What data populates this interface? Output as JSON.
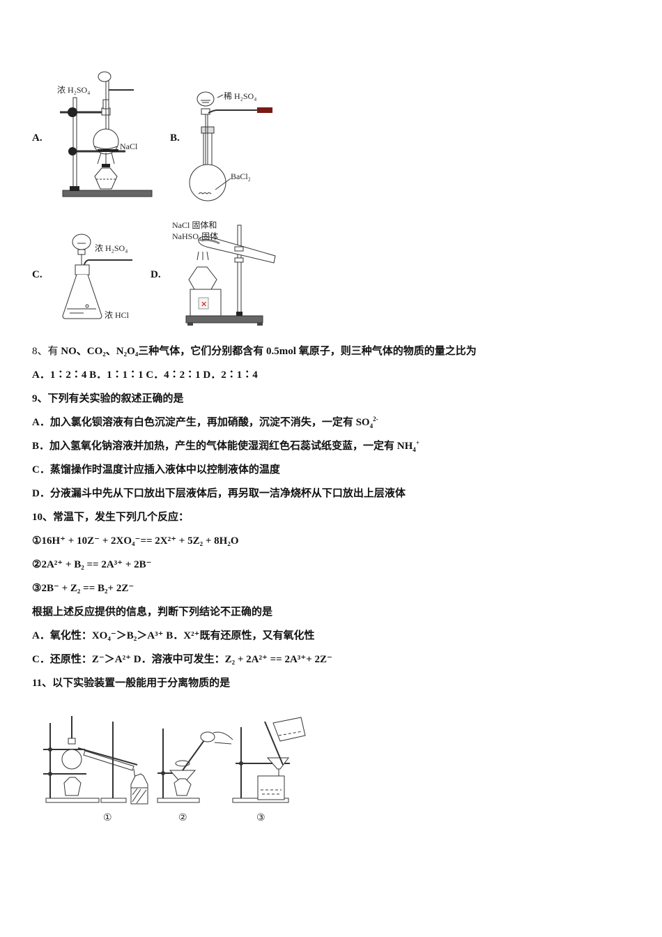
{
  "q7_figures": {
    "A": {
      "letter": "A.",
      "label_acid": "浓 H₂SO₄",
      "label_solid": "NaCl"
    },
    "B": {
      "letter": "B.",
      "label_acid": "稀 H₂SO₄",
      "label_solid": "BaCl₂"
    },
    "C": {
      "letter": "C.",
      "label_acid": "浓 H₂SO₄",
      "label_liquid": "浓 HCl"
    },
    "D": {
      "letter": "D.",
      "label_line1": "NaCl 固体和",
      "label_line2": "NaHSO₄固体"
    }
  },
  "q8": {
    "stem_prefix": "8、有 ",
    "stem_bold": "NO、CO₂、N₂O₄",
    "stem_mid": "三种气体，它们分别都含有 ",
    "stem_bold2": "0.5mol",
    "stem_suffix": " 氧原子，则三种气体的物质的量之比为",
    "options": "A．1∶2∶4   B．1∶1∶1   C．4∶2∶1   D．2∶1∶4"
  },
  "q9": {
    "stem": "9、下列有关实验的叙述正确的是",
    "A": "A．加入氯化钡溶液有白色沉淀产生，再加硝酸，沉淀不消失，一定有 SO",
    "A_sub": "4",
    "A_sup": "2-",
    "B": "B．加入氢氧化钠溶液并加热，产生的气体能使湿润红色石蕊试纸变蓝，一定有 NH",
    "B_sub": "4",
    "B_sup": "+",
    "C": "C．蒸馏操作时温度计应插入液体中以控制液体的温度",
    "D": "D．分液漏斗中先从下口放出下层液体后，再另取一洁净烧杯从下口放出上层液体"
  },
  "q10": {
    "stem": "10、常温下，发生下列几个反应：",
    "reactions": [
      "①16H⁺ + 10Z⁻ + 2XO₄⁻== 2X²⁺ + 5Z₂ + 8H₂O",
      "②2A²⁺ + B₂ == 2A³⁺ + 2B⁻",
      "③2B⁻ + Z₂ == B₂+ 2Z⁻"
    ],
    "question": "根据上述反应提供的信息，判断下列结论不正确的是",
    "options_row1": "A．氧化性：XO₄⁻＞B₂＞A³⁺    B．X²⁺既有还原性，又有氧化性",
    "options_row2": "C．还原性：Z⁻＞A²⁺    D．溶液中可发生：Z₂ + 2A²⁺ == 2A³⁺+ 2Z⁻"
  },
  "q11": {
    "stem": "11、以下实验装置一般能用于分离物质的是",
    "figure_labels": [
      "①",
      "②",
      "③"
    ]
  }
}
